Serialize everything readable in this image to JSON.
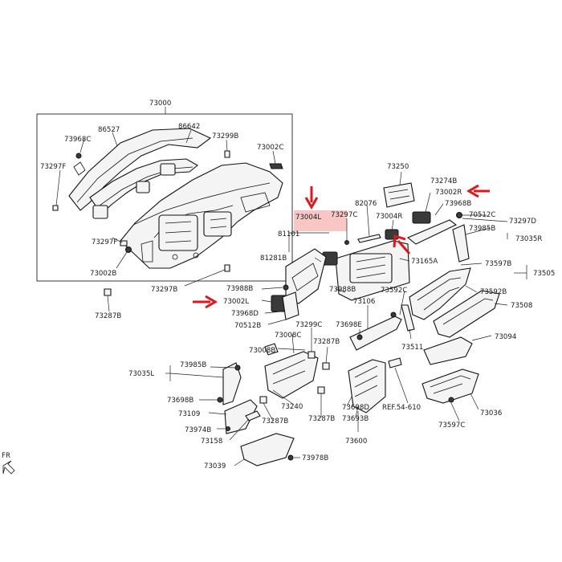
{
  "diagram": {
    "parts": {
      "p73000": "73000",
      "p86527": "86527",
      "p86642": "86642",
      "p73299B": "73299B",
      "p73968C": "73968C",
      "p73002C": "73002C",
      "p73297F_a": "73297F",
      "p73297F_b": "73297F",
      "p73002B": "73002B",
      "p73297B": "73297B",
      "p73287B_a": "73287B",
      "p73250": "73250",
      "p73274B": "73274B",
      "p73002R": "73002R",
      "p82076": "82076",
      "p73004L": "73004L",
      "p73297C": "73297C",
      "p73004R": "73004R",
      "p73968B": "73968B",
      "p70512C": "70512C",
      "p73297D": "73297D",
      "p73985B_a": "73985B",
      "p73035R": "73035R",
      "p81101": "81101",
      "p81281B": "81281B",
      "p73165A": "73165A",
      "p73597B": "73597B",
      "p73505": "73505",
      "p73988B_a": "73988B",
      "p73988B_b": "73988B",
      "p73002L": "73002L",
      "p73968D": "73968D",
      "p70512B": "70512B",
      "p73592C": "73592C",
      "p73592B": "73592B",
      "p73106": "73106",
      "p73508": "73508",
      "p73698E": "73698E",
      "p73008C": "73008C",
      "p73299C": "73299C",
      "p73287B_b": "73287B",
      "p73511": "73511",
      "p73094": "73094",
      "p73008B": "73008B",
      "p73985B_b": "73985B",
      "p73035L": "73035L",
      "p73698B": "73698B",
      "p73240": "73240",
      "p73109": "73109",
      "p73287B_c": "73287B",
      "p73287B_d": "73287B",
      "p73698D": "73698D",
      "p73693B": "73693B",
      "p73974B": "73974B",
      "p73158": "73158",
      "p73600": "73600",
      "pREF": "REF.54-610",
      "p73036": "73036",
      "p73597C": "73597C",
      "p73039": "73039",
      "p73978B": "73978B",
      "pFR": "FR"
    },
    "arrow_color": "#e4141b",
    "highlight_color": "#f7b8b8"
  }
}
